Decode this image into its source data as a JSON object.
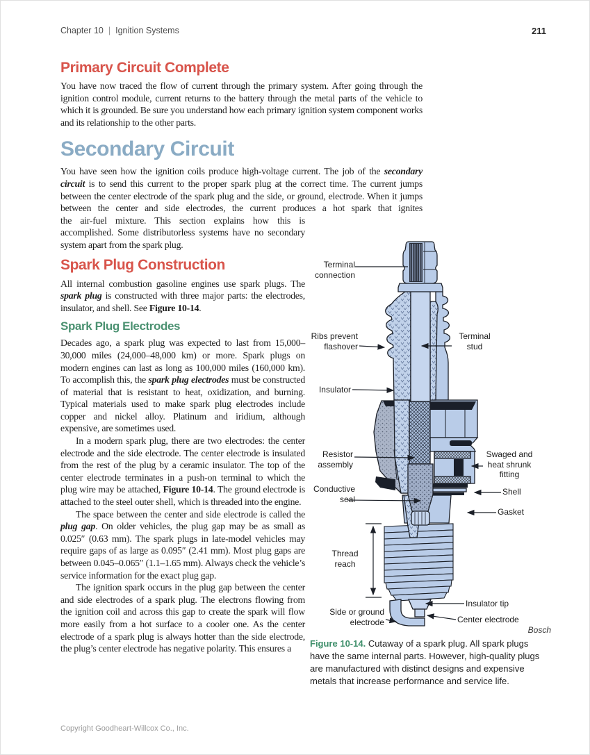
{
  "header": {
    "chapter": "Chapter 10",
    "separator": "|",
    "section": "Ignition Systems",
    "page_number": "211"
  },
  "content": {
    "heading_primary": "Primary Circuit Complete",
    "p1": [
      {
        "t": "You have now traced the flow of current through the primary system. After going through the ignition control module, current returns to the battery through the metal parts of the vehicle to which it is grounded. Be sure you understand how each primary ignition system component works and its relationship to the other parts."
      }
    ],
    "heading_secondary": "Secondary Circuit",
    "p2a": [
      {
        "t": "You have seen how the ignition coils produce high-voltage current. The job of the "
      },
      {
        "t": "secondary circuit",
        "b": 1,
        "i": 1
      },
      {
        "t": " is to send this current to the proper spark plug at the correct time. The current jumps between the center electrode of the spark plug and the side, or ground, electrode. When it jumps between the center and side electrodes, the current produces a hot spark that ignites"
      }
    ],
    "p2b": [
      {
        "t": "the air-fuel mixture. This section explains how this is accomplished. Some distributorless systems have no secondary system apart from the spark plug."
      }
    ],
    "heading_construction": "Spark Plug Construction",
    "p3": [
      {
        "t": "All internal combustion gasoline engines use spark plugs. The "
      },
      {
        "t": "spark plug",
        "b": 1,
        "i": 1
      },
      {
        "t": " is constructed with three major parts: the electrodes, insulator, and shell. See "
      },
      {
        "t": "Figure 10-14",
        "b": 1
      },
      {
        "t": "."
      }
    ],
    "heading_electrodes": "Spark Plug Electrodes",
    "p4": [
      {
        "t": "Decades ago, a spark plug was expected to last from 15,000–30,000 miles (24,000–48,000 km) or more. Spark plugs on modern engines can last as long as 100,000 miles (160,000 km). To accomplish this, the "
      },
      {
        "t": "spark plug electrodes",
        "b": 1,
        "i": 1
      },
      {
        "t": " must be constructed of material that is resistant to heat, oxidization, and burning. Typical materials used to make spark plug electrodes include copper and nickel alloy. Platinum and iridium, although expensive, are sometimes used."
      }
    ],
    "p5": [
      {
        "t": "In a modern spark plug, there are two electrodes: the center electrode and the side electrode. The center electrode is insulated from the rest of the plug by a ceramic insulator. The top of the center electrode terminates in a push-on terminal to which the plug wire may be attached, "
      },
      {
        "t": "Figure 10-14",
        "b": 1
      },
      {
        "t": ". The ground electrode is attached to the steel outer shell, which is threaded into the engine."
      }
    ],
    "p6": [
      {
        "t": "The space between the center and side electrode is called the "
      },
      {
        "t": "plug gap",
        "b": 1,
        "i": 1
      },
      {
        "t": ". On older vehicles, the plug gap may be as small as 0.025″ (0.63 mm). The spark plugs in late-model vehicles may require gaps of as large as 0.095″ (2.41 mm). Most plug gaps are between 0.045–0.065″ (1.1–1.65 mm). Always check the vehicle’s service information for the exact plug gap."
      }
    ],
    "p7": [
      {
        "t": "The ignition spark occurs in the plug gap between the center and side electrodes of a spark plug. The electrons flowing from the ignition coil and across this gap to create the spark will flow more easily from a hot surface to a cooler one. As the center electrode of a spark plug is always hotter than the side electrode, the plug’s center electrode has negative polarity. This ensures a"
      }
    ]
  },
  "figure": {
    "labels": {
      "terminal_connection": "Terminal\nconnection",
      "ribs_flashover": "Ribs prevent\nflashover",
      "terminal_stud": "Terminal\nstud",
      "insulator": "Insulator",
      "resistor_assembly": "Resistor\nassembly",
      "swaged_fitting": "Swaged and\nheat shrunk\nfitting",
      "conductive_seal": "Conductive\nseal",
      "shell": "Shell",
      "gasket": "Gasket",
      "thread_reach": "Thread\nreach",
      "insulator_tip": "Insulator tip",
      "center_electrode": "Center electrode",
      "side_ground_electrode": "Side or ground\nelectrode"
    },
    "credit": "Bosch",
    "caption": {
      "lead": "Figure 10-14.",
      "text": " Cutaway of a spark plug. All spark plugs have the same internal parts. However, high-quality plugs are manufactured with distinct designs and expensive metals that increase performance and service life."
    }
  },
  "footer": {
    "copyright": "Copyright Goodheart-Willcox Co., Inc."
  },
  "colors": {
    "heading_red": "#d8544b",
    "heading_blue": "#8aabc4",
    "heading_green": "#4b9171",
    "caption_green": "#3f8f6b",
    "plug_blue": "#b9cce8",
    "plug_blue_light": "#c6d6ee",
    "outline_dark": "#1c2028",
    "body_text": "#1f1f1f",
    "footer_gray": "#9b9b9b"
  }
}
